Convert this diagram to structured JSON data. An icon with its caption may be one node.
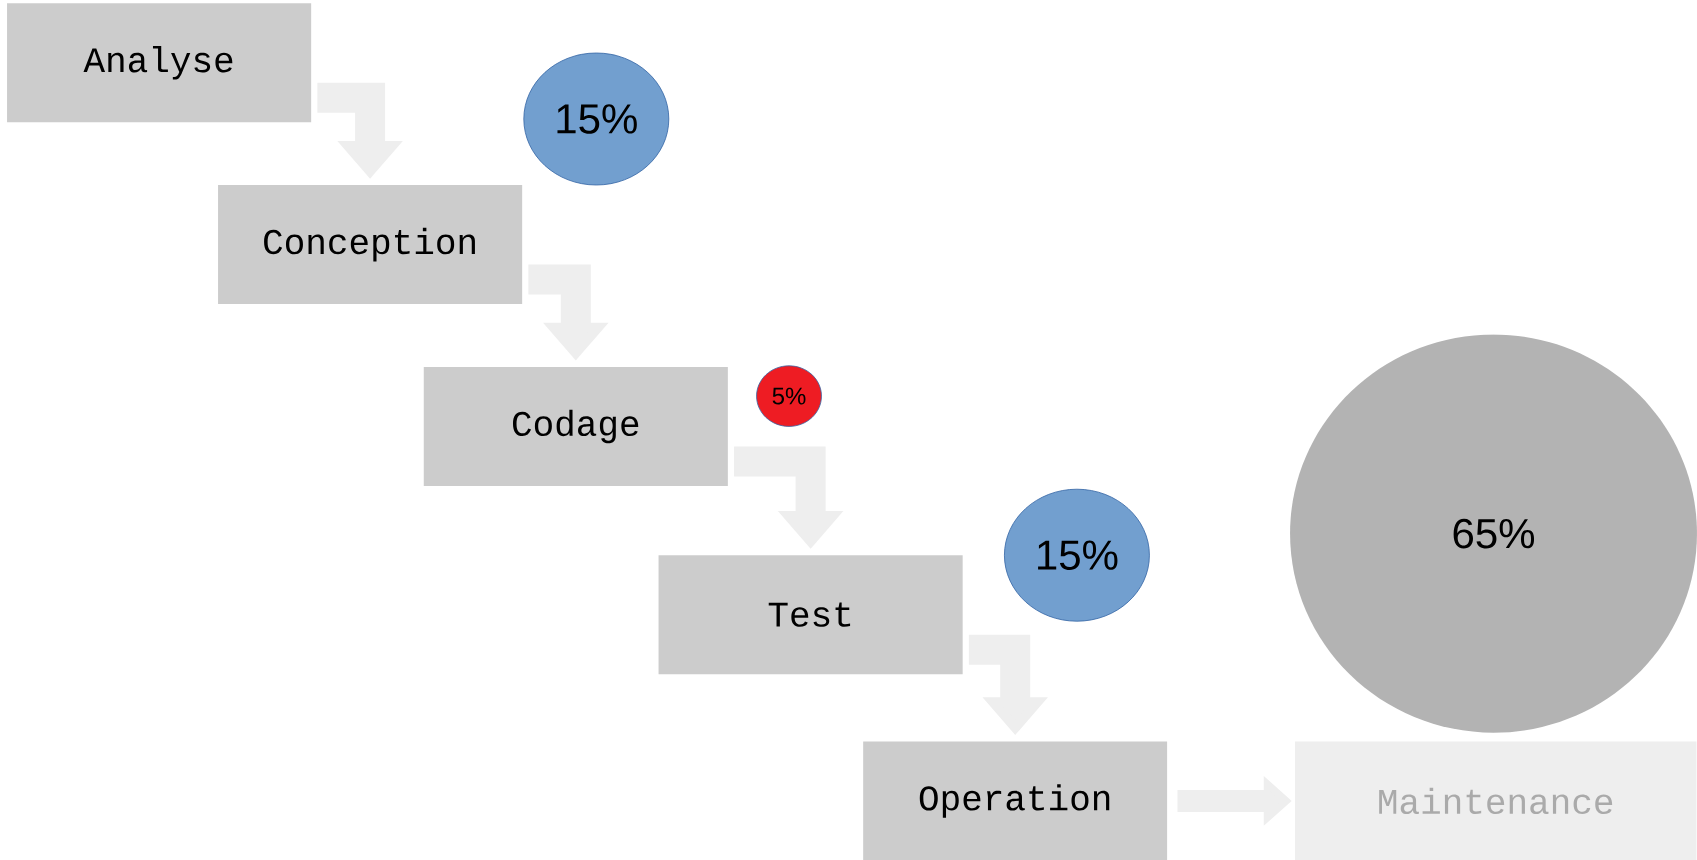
{
  "diagram": {
    "nodes": [
      {
        "text": [
          "Analyse"
        ]
      },
      {
        "text": [
          "15%"
        ]
      },
      {
        "text": [
          "Conception"
        ]
      },
      {
        "text": [
          "Codage"
        ]
      },
      {
        "text": [
          "5%"
        ]
      },
      {
        "text": [
          "15%"
        ]
      },
      {
        "text": [
          "Test"
        ]
      },
      {
        "text": [
          "65%"
        ]
      },
      {
        "text": [
          "Operation"
        ]
      },
      {
        "text": [
          "Maintenance"
        ]
      }
    ],
    "edges": [
      {
        "from": 0,
        "to": 2,
        "arrow": "to"
      },
      {
        "from": 2,
        "to": 3,
        "arrow": "to"
      },
      {
        "from": 3,
        "to": 6,
        "arrow": "to"
      },
      {
        "from": 6,
        "to": 8,
        "arrow": "to"
      },
      {
        "from": 8,
        "to": 9,
        "arrow": "to"
      }
    ]
  }
}
